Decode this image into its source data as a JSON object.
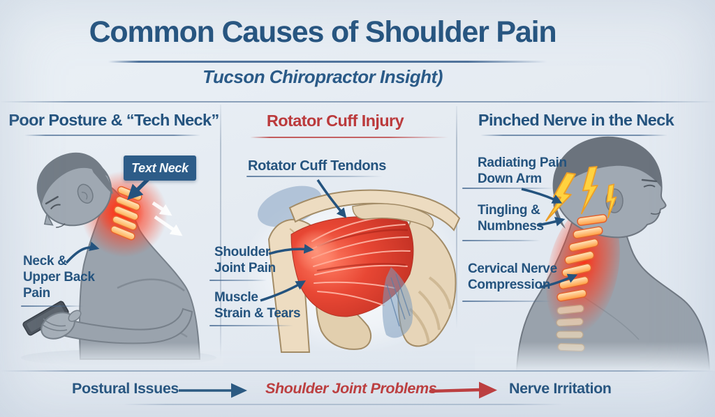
{
  "header": {
    "title": "Common Causes of Shoulder Pain",
    "subtitle": "Tucson Chiropractor Insight)"
  },
  "left_panel": {
    "title": "Poor Posture & “Tech Neck”",
    "callout": "Text Neck",
    "pain_label": {
      "line1": "Neck &",
      "line2": "Upper Back",
      "line3": "Pain"
    }
  },
  "middle_panel": {
    "title": "Rotator Cuff Injury",
    "tendons_label": "Rotator Cuff Tendons",
    "joint_label": {
      "line1": "Shoulder",
      "line2": "Joint Pain"
    },
    "strain_label": {
      "line1": "Muscle",
      "line2": "Strain & Tears"
    }
  },
  "right_panel": {
    "title": "Pinched Nerve in the Neck",
    "radiating_label": {
      "line1": "Radiating Pain",
      "line2": "Down Arm"
    },
    "tingling_label": {
      "line1": "Tingling &",
      "line2": "Numbness"
    },
    "cervical_label": {
      "line1": "Cervical Nerve",
      "line2": "Compression"
    }
  },
  "footer": {
    "step1": "Postural Issues",
    "step2": "Shoulder Joint Problems",
    "step3": "Nerve Irritation"
  },
  "colors": {
    "background": "#e6ecf2",
    "accent_blue": "#24537e",
    "accent_red": "#bb3a3c",
    "callout_bg": "#2d5c88",
    "pain_glow": "#ff3d1f",
    "vertebra_orange": "#ffb257",
    "lightning_yellow": "#ffd23f"
  }
}
